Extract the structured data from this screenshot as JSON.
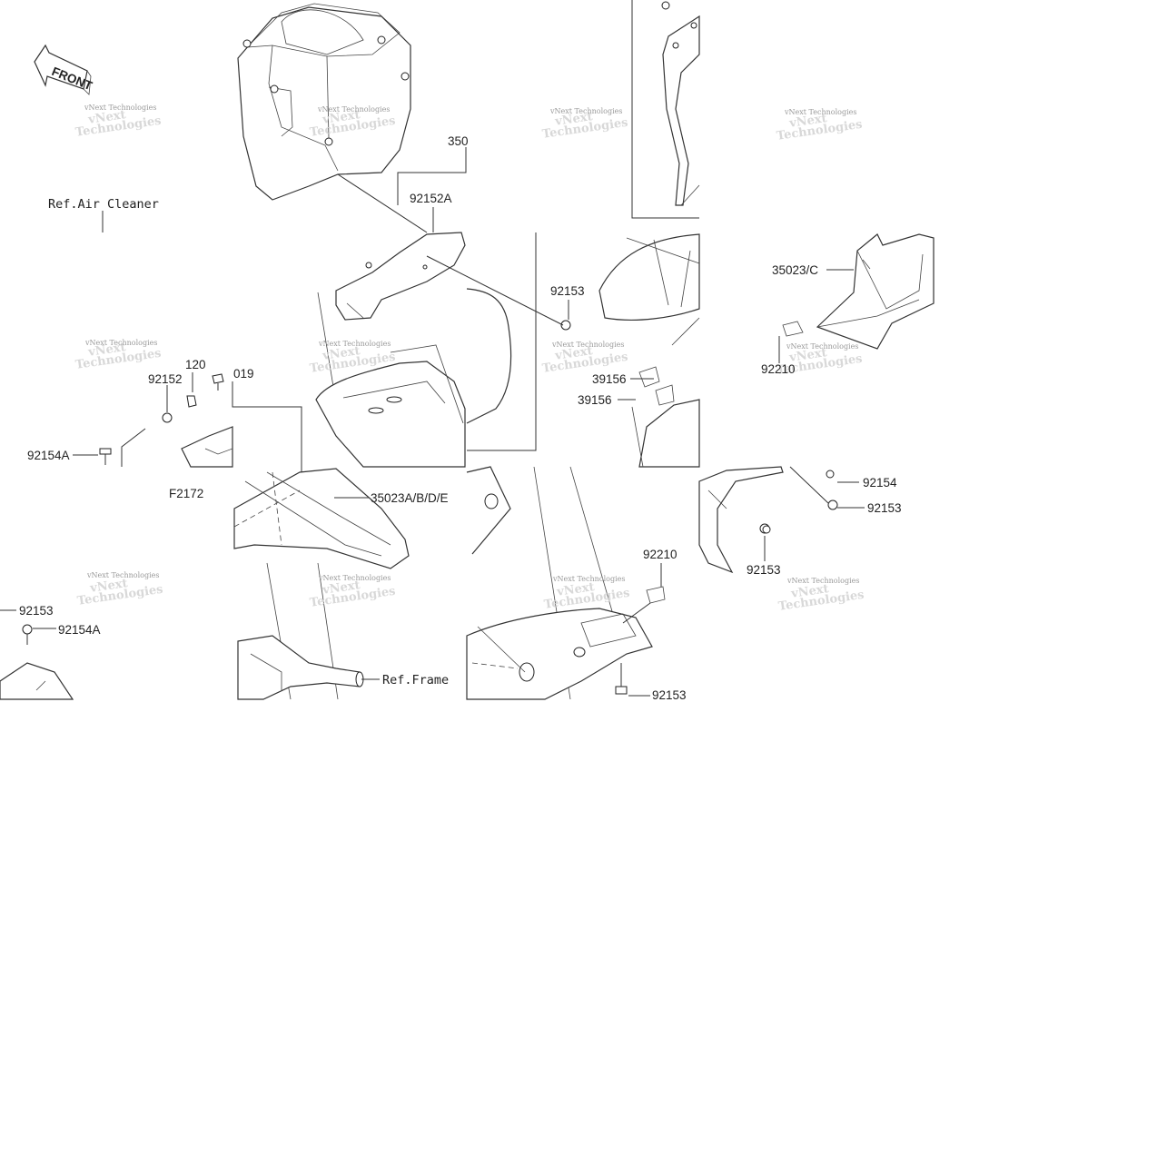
{
  "diagram": {
    "front_arrow_text": "FRONT",
    "watermark_text": "vNext Technologies",
    "labels": {
      "ref_air_cleaner": "Ref.Air Cleaner",
      "ref_frame": "Ref.Frame",
      "p350": "350",
      "p92152A": "92152A",
      "p92153_a": "92153",
      "p35023C": "35023/C",
      "p92210_a": "92210",
      "p39156_a": "39156",
      "p39156_b": "39156",
      "p120": "120",
      "p92152": "92152",
      "p019": "019",
      "p92154A_a": "92154A",
      "pF2172": "F2172",
      "p35023ABDE": "35023A/B/D/E",
      "p92154": "92154",
      "p92153_b": "92153",
      "p92153_c": "92153",
      "p92210_b": "92210",
      "p92153_d": "92153",
      "p92154A_b": "92154A",
      "p92153_e": "92153"
    }
  }
}
